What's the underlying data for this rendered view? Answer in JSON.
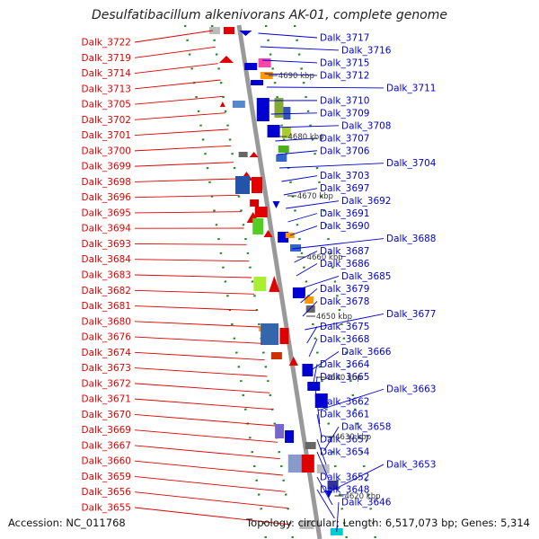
{
  "title": "Desulfatibacillum alkenivorans AK-01, complete genome",
  "footer": {
    "accession": "Accession: NC_011768",
    "summary": "Topology: circular; Length: 6,517,073 bp; Genes: 5,314"
  },
  "kbp_markers": [
    "4690 kbp",
    "4680 kbp",
    "4670 kbp",
    "4660 kbp",
    "4650 kbp",
    "4640 kbp",
    "4630 kbp",
    "4620 kbp"
  ],
  "colors": {
    "forward_strand": "#e00000",
    "reverse_strand": "#0000d0",
    "backbone": "#999999",
    "track_dots": "#228822"
  },
  "left_labels": [
    "Dalk_3722",
    "Dalk_3719",
    "Dalk_3714",
    "Dalk_3713",
    "Dalk_3705",
    "Dalk_3702",
    "Dalk_3701",
    "Dalk_3700",
    "Dalk_3699",
    "Dalk_3698",
    "Dalk_3696",
    "Dalk_3695",
    "Dalk_3694",
    "Dalk_3693",
    "Dalk_3684",
    "Dalk_3683",
    "Dalk_3682",
    "Dalk_3681",
    "Dalk_3680",
    "Dalk_3676",
    "Dalk_3674",
    "Dalk_3673",
    "Dalk_3672",
    "Dalk_3671",
    "Dalk_3670",
    "Dalk_3669",
    "Dalk_3667",
    "Dalk_3660",
    "Dalk_3659",
    "Dalk_3656",
    "Dalk_3655"
  ],
  "right_labels": [
    "Dalk_3717",
    "Dalk_3716",
    "Dalk_3715",
    "Dalk_3712",
    "Dalk_3711",
    "Dalk_3710",
    "Dalk_3709",
    "Dalk_3708",
    "Dalk_3707",
    "Dalk_3706",
    "Dalk_3704",
    "Dalk_3703",
    "Dalk_3697",
    "Dalk_3692",
    "Dalk_3691",
    "Dalk_3690",
    "Dalk_3688",
    "Dalk_3687",
    "Dalk_3686",
    "Dalk_3685",
    "Dalk_3679",
    "Dalk_3678",
    "Dalk_3677",
    "Dalk_3675",
    "Dalk_3668",
    "Dalk_3666",
    "Dalk_3664",
    "Dalk_3665",
    "Dalk_3663",
    "Dalk_3662",
    "Dalk_3661",
    "Dalk_3658",
    "Dalk_3657",
    "Dalk_3654",
    "Dalk_3653",
    "Dalk_3652",
    "Dalk_3648",
    "Dalk_3646"
  ]
}
